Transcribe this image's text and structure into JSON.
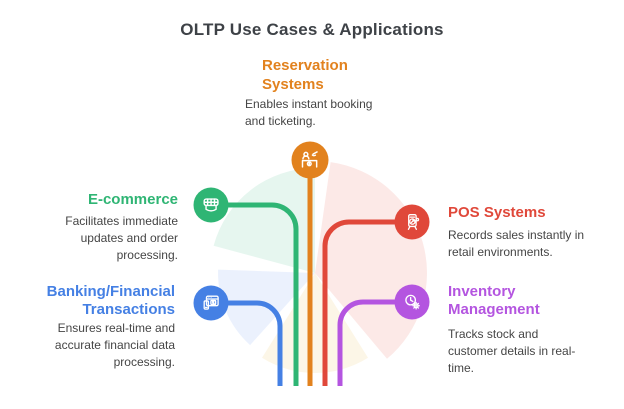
{
  "title": "OLTP Use Cases & Applications",
  "title_color": "#3E4247",
  "body_color": "#454545",
  "nodes": {
    "reservation": {
      "label": "Reservation Systems",
      "desc": "Enables instant booking and ticketing.",
      "color": "#E2821E",
      "icon": "reservation-desk-icon"
    },
    "ecommerce": {
      "label": "E-commerce",
      "desc": "Facilitates immediate updates and order processing.",
      "color": "#2FB574",
      "icon": "storefront-icon"
    },
    "banking": {
      "label": "Banking/Financial Transactions",
      "desc": "Ensures real-time and accurate financial data processing.",
      "color": "#4580E4",
      "icon": "banking-app-icon"
    },
    "pos": {
      "label": "POS Systems",
      "desc": "Records sales instantly in retail environments.",
      "color": "#E0483A",
      "icon": "pos-terminal-icon"
    },
    "inventory": {
      "label": "Inventory Management",
      "desc": "Tracks stock and customer details in real-time.",
      "color": "#B455E0",
      "icon": "clock-gear-icon"
    }
  },
  "background_pie": {
    "colors": {
      "green": "#34B878",
      "red": "#E74C3C",
      "yellow": "#E4B33C",
      "blue": "#5B8DEF"
    }
  }
}
